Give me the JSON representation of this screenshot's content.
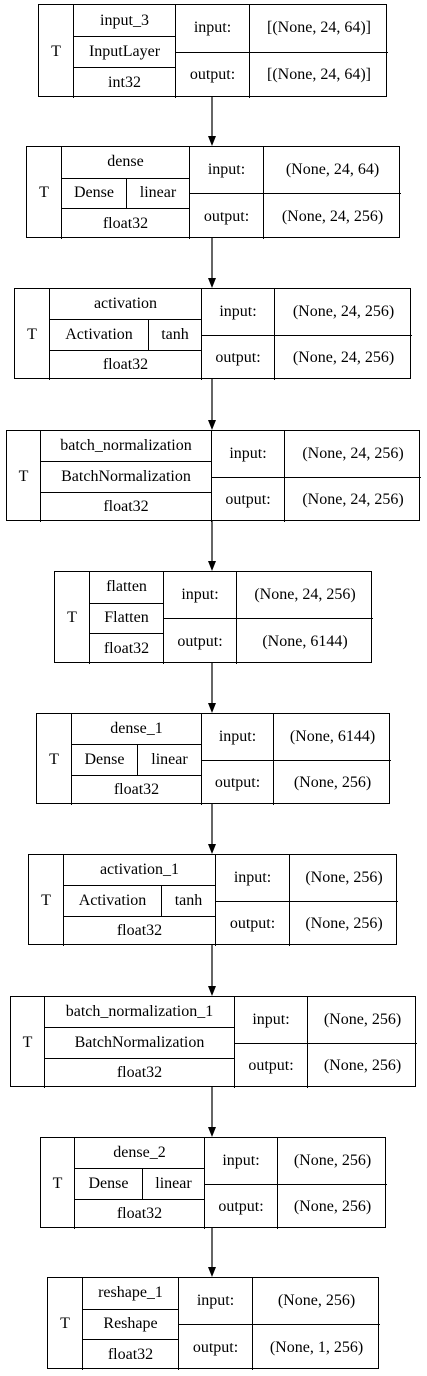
{
  "labels": {
    "t": "T",
    "input": "input:",
    "output": "output:"
  },
  "layers": [
    {
      "name": "input_3",
      "class": "InputLayer",
      "activation": "",
      "dtype": "int32",
      "input_shape": "[(None, 24, 64)]",
      "output_shape": "[(None, 24, 64)]"
    },
    {
      "name": "dense",
      "class": "Dense",
      "activation": "linear",
      "dtype": "float32",
      "input_shape": "(None, 24, 64)",
      "output_shape": "(None, 24, 256)"
    },
    {
      "name": "activation",
      "class": "Activation",
      "activation": "tanh",
      "dtype": "float32",
      "input_shape": "(None, 24, 256)",
      "output_shape": "(None, 24, 256)"
    },
    {
      "name": "batch_normalization",
      "class": "BatchNormalization",
      "activation": "",
      "dtype": "float32",
      "input_shape": "(None, 24, 256)",
      "output_shape": "(None, 24, 256)"
    },
    {
      "name": "flatten",
      "class": "Flatten",
      "activation": "",
      "dtype": "float32",
      "input_shape": "(None, 24, 256)",
      "output_shape": "(None, 6144)"
    },
    {
      "name": "dense_1",
      "class": "Dense",
      "activation": "linear",
      "dtype": "float32",
      "input_shape": "(None, 6144)",
      "output_shape": "(None, 256)"
    },
    {
      "name": "activation_1",
      "class": "Activation",
      "activation": "tanh",
      "dtype": "float32",
      "input_shape": "(None, 256)",
      "output_shape": "(None, 256)"
    },
    {
      "name": "batch_normalization_1",
      "class": "BatchNormalization",
      "activation": "",
      "dtype": "float32",
      "input_shape": "(None, 256)",
      "output_shape": "(None, 256)"
    },
    {
      "name": "dense_2",
      "class": "Dense",
      "activation": "linear",
      "dtype": "float32",
      "input_shape": "(None, 256)",
      "output_shape": "(None, 256)"
    },
    {
      "name": "reshape_1",
      "class": "Reshape",
      "activation": "",
      "dtype": "float32",
      "input_shape": "(None, 256)",
      "output_shape": "(None, 1, 256)"
    }
  ]
}
